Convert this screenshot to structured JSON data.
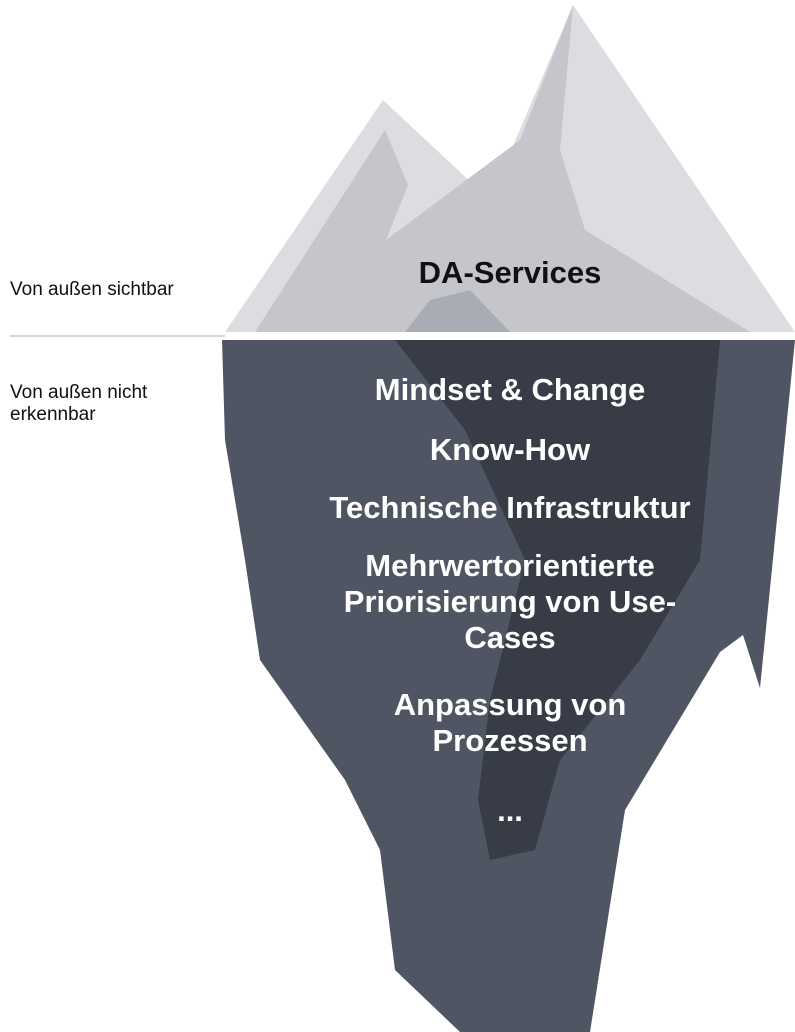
{
  "labels": {
    "above": "Von außen sichtbar",
    "below_lines": [
      "Von außen nicht",
      "erkennbar"
    ]
  },
  "above_water": {
    "title": "DA-Services"
  },
  "below_water": {
    "items": [
      {
        "lines": [
          "Mindset & Change"
        ]
      },
      {
        "lines": [
          "Know-How"
        ]
      },
      {
        "lines": [
          "Technische Infrastruktur"
        ]
      },
      {
        "lines": [
          "Mehrwertorientierte",
          "Priorisierung von Use-",
          "Cases"
        ]
      },
      {
        "lines": [
          "Anpassung von",
          "Prozessen"
        ]
      },
      {
        "lines": [
          "..."
        ]
      }
    ]
  },
  "colors": {
    "peak_light": "#dcdde1",
    "peak_mid": "#c4c6cc",
    "peak_shade": "#a9acb5",
    "underwater_body": "#4f5562",
    "underwater_shadow": "#373c46",
    "waterline": "#c8c8c8"
  }
}
